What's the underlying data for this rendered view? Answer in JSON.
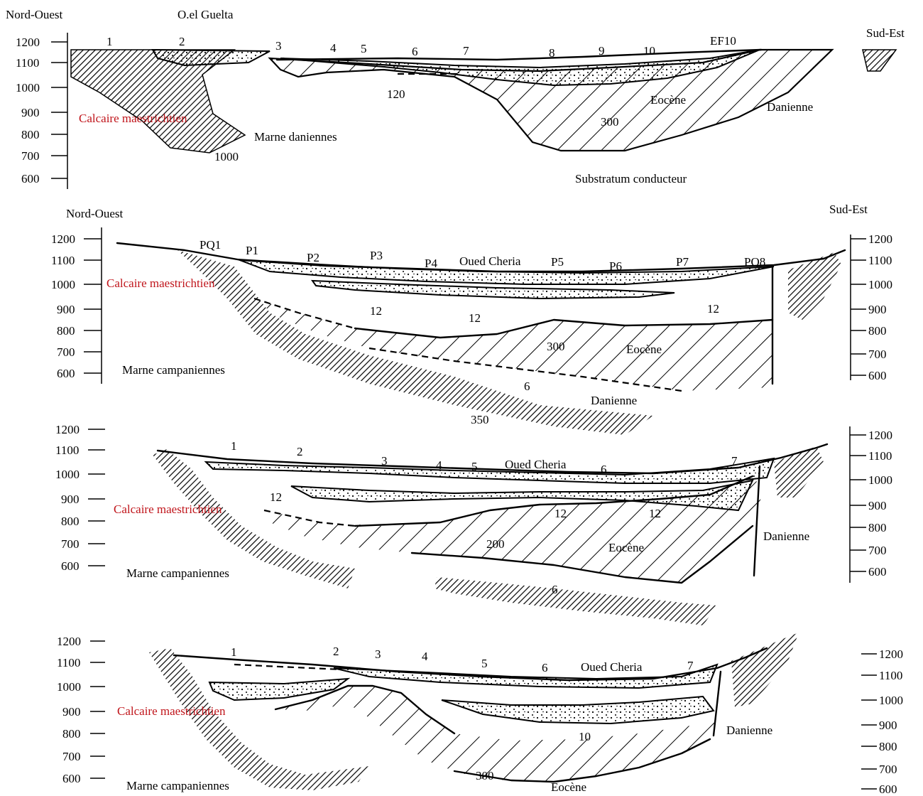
{
  "colors": {
    "label_red": "#c0151b",
    "ink": "#000000",
    "paper": "#ffffff"
  },
  "section1": {
    "nw_label": "Nord-Ouest",
    "se_label": "Sud-Est",
    "site_label": "O.el Guelta",
    "axis_ticks": [
      "1200",
      "1100",
      "1000",
      "900",
      "800",
      "700",
      "600"
    ],
    "points": [
      "1",
      "2",
      "3",
      "4",
      "5",
      "6",
      "7",
      "8",
      "9",
      "10",
      "EF10"
    ],
    "labels": {
      "calcaire": "Calcaire maestrichtien",
      "marne": "Marne daniennes",
      "eocene": "Eocène",
      "danienne": "Danienne",
      "substratum": "Substratum conducteur",
      "r120": "120",
      "r300": "300",
      "r1000": "1000"
    }
  },
  "section2": {
    "nw_label": "Nord-Ouest",
    "se_label": "Sud-Est",
    "axis_ticks_left": [
      "1200",
      "1100",
      "1000",
      "900",
      "800",
      "700",
      "600"
    ],
    "axis_ticks_right": [
      "1200",
      "1100",
      "1000",
      "900",
      "800",
      "700",
      "600"
    ],
    "points": [
      "PQ1",
      "P1",
      "P2",
      "P3",
      "P4",
      "Oued Cheria",
      "P5",
      "P6",
      "P7",
      "PQ8"
    ],
    "labels": {
      "calcaire": "Calcaire maestrichtien",
      "marne": "Marne campaniennes",
      "eocene": "Eocène",
      "danienne": "Danienne",
      "r12a": "12",
      "r12b": "12",
      "r12c": "12",
      "r300": "300",
      "r6": "6",
      "r350": "350"
    }
  },
  "section3": {
    "axis_ticks_left": [
      "1200",
      "1100",
      "1000",
      "900",
      "800",
      "700",
      "600"
    ],
    "axis_ticks_right": [
      "1200",
      "1100",
      "1000",
      "900",
      "800",
      "700",
      "600"
    ],
    "points": [
      "1",
      "2",
      "3",
      "4",
      "5",
      "Oued Cheria",
      "6",
      "7"
    ],
    "labels": {
      "calcaire": "Calcaire maestrichtien",
      "marne": "Marne campaniennes",
      "eocene": "Eocène",
      "danienne": "Danienne",
      "r12a": "12",
      "r12b": "12",
      "r12c": "12",
      "r200": "200",
      "r6": "6"
    }
  },
  "section4": {
    "axis_ticks_left": [
      "1200",
      "1100",
      "1000",
      "900",
      "800",
      "700",
      "600"
    ],
    "axis_ticks_right": [
      "1200",
      "1100",
      "1000",
      "900",
      "800",
      "700",
      "600"
    ],
    "points": [
      "1",
      "2",
      "3",
      "4",
      "5",
      "6",
      "Oued Cheria",
      "7"
    ],
    "labels": {
      "calcaire": "Calcaire maestrichtien",
      "marne": "Marne campaniennes",
      "eocene": "Eocène",
      "danienne": "Danienne",
      "r10": "10",
      "r300": "300"
    }
  }
}
